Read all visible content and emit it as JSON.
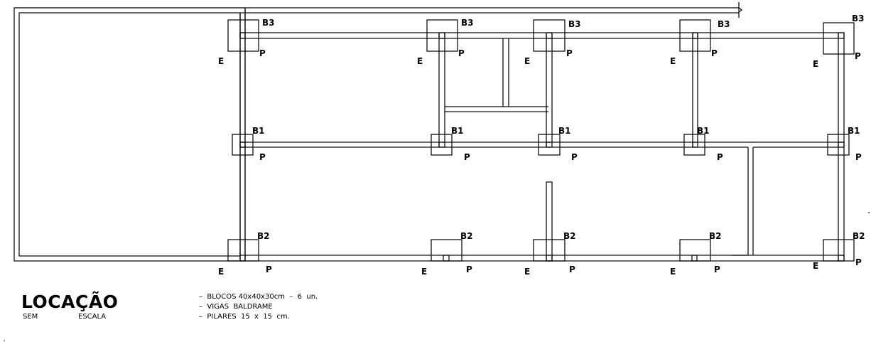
{
  "drawing": {
    "title": "LOCAÇÃO",
    "scale_left": "SEM",
    "scale_right": "ESCALA",
    "notes": [
      "–  BLOCOS 40x40x30cm  –  6  un.",
      "–  VIGAS  BALDRAME",
      "–  PILARES  15  x  15  cm."
    ]
  },
  "labels": {
    "top_row": [
      "B3",
      "B3",
      "B3",
      "B3",
      "B3"
    ],
    "middle_row": [
      "B1",
      "B1",
      "B1",
      "B1",
      "B1"
    ],
    "bottom_row": [
      "B2",
      "B2",
      "B2",
      "B2",
      "B2"
    ],
    "pillar": "P",
    "edge": "E"
  }
}
